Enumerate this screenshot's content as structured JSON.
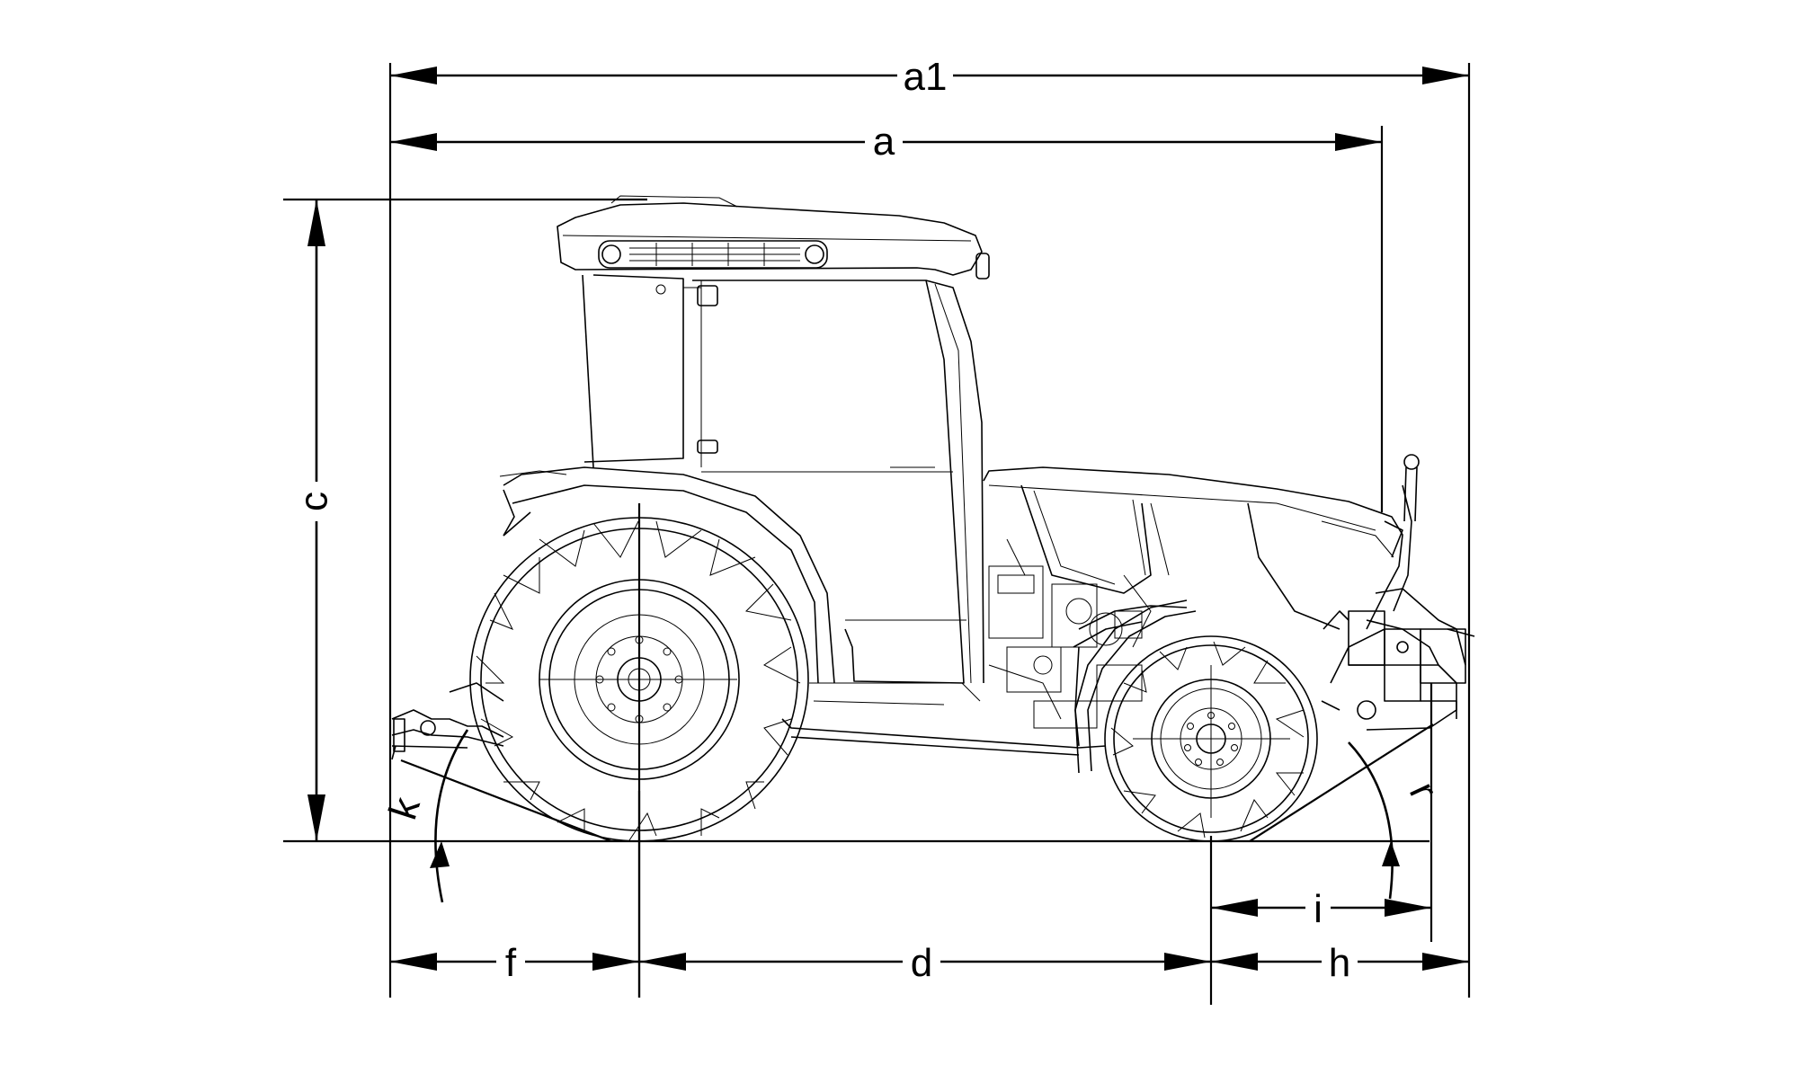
{
  "labels": {
    "a1": "a1",
    "a": "a",
    "c": "c",
    "f": "f",
    "d": "d",
    "h": "h",
    "i": "i",
    "k": "k",
    "r": "r"
  }
}
